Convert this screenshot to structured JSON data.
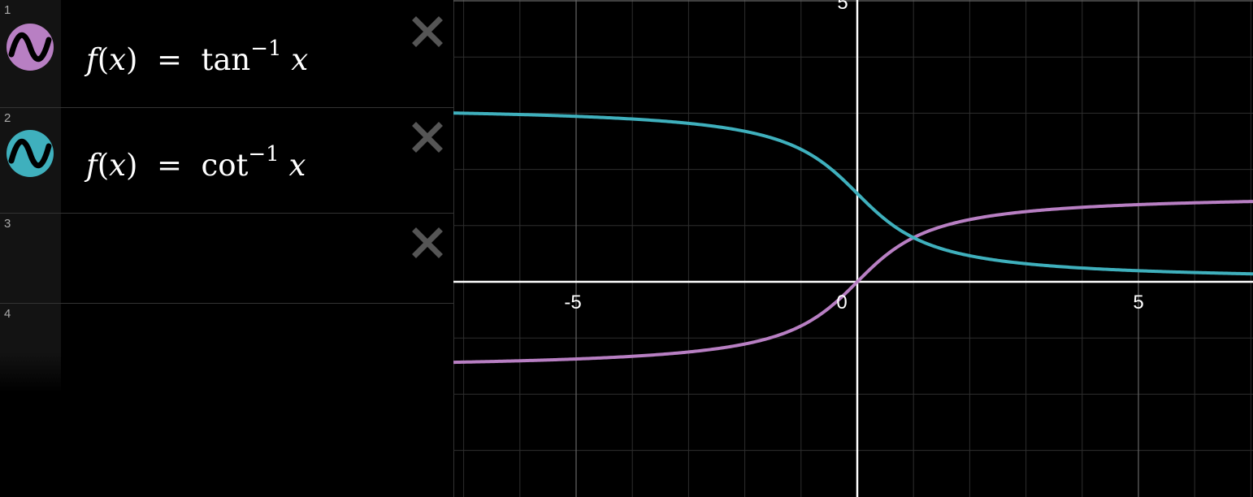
{
  "expressions": [
    {
      "index": "1",
      "func": "f",
      "var": "x",
      "fn_name": "tan",
      "superscript": "−1",
      "arg": "x",
      "color": "#b87fc3",
      "icon": "sine-wave-icon"
    },
    {
      "index": "2",
      "func": "f",
      "var": "x",
      "fn_name": "cot",
      "superscript": "−1",
      "arg": "x",
      "color": "#3fb0bd",
      "icon": "sine-wave-icon"
    },
    {
      "index": "3"
    },
    {
      "index": "4"
    }
  ],
  "close_icon": "close-icon",
  "graph": {
    "x_ticks": [
      "-5",
      "0",
      "5"
    ],
    "y_ticks": [
      "5"
    ],
    "x_range": [
      -7,
      7
    ],
    "y_range": [
      -4,
      5
    ],
    "grid": true
  },
  "chart_data": {
    "type": "line",
    "series": [
      {
        "name": "f(x) = tan⁻¹ x",
        "color": "#b87fc3",
        "x": [
          -7,
          -6,
          -5,
          -4,
          -3,
          -2,
          -1.5,
          -1,
          -0.5,
          0,
          0.5,
          1,
          1.5,
          2,
          3,
          4,
          5,
          6,
          7
        ],
        "y": [
          -1.429,
          -1.406,
          -1.373,
          -1.326,
          -1.249,
          -1.107,
          -0.983,
          -0.785,
          -0.464,
          0,
          0.464,
          0.785,
          0.983,
          1.107,
          1.249,
          1.326,
          1.373,
          1.406,
          1.429
        ]
      },
      {
        "name": "f(x) = cot⁻¹ x",
        "color": "#3fb0bd",
        "x": [
          -7,
          -6,
          -5,
          -4,
          -3,
          -2,
          -1.5,
          -1,
          -0.5,
          0,
          0.5,
          1,
          1.5,
          2,
          3,
          4,
          5,
          6,
          7
        ],
        "y": [
          3.0,
          2.976,
          2.944,
          2.897,
          2.82,
          2.678,
          2.554,
          2.356,
          2.034,
          1.571,
          1.107,
          0.785,
          0.588,
          0.464,
          0.322,
          0.245,
          0.197,
          0.165,
          0.142
        ]
      }
    ]
  }
}
